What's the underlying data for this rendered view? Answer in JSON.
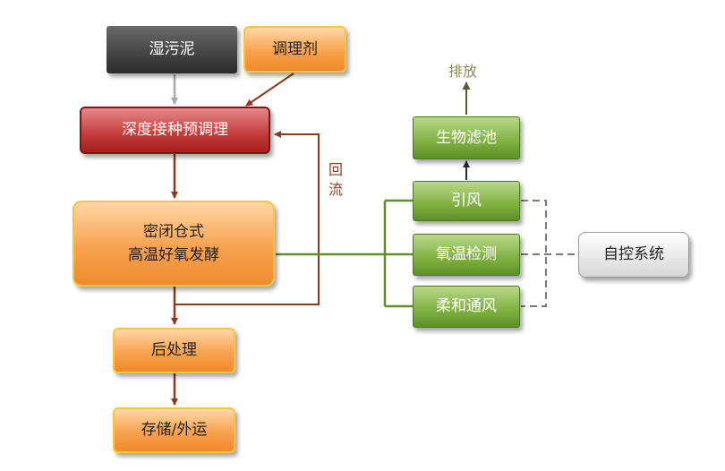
{
  "nodes": {
    "wet_sludge": "湿污泥",
    "conditioner": "调理剂",
    "pretreatment": "深度接种预调理",
    "composting_line1": "密闭仓式",
    "composting_line2": "高温好氧发酵",
    "post_treatment": "后处理",
    "storage": "存储/外运",
    "biofilter": "生物滤池",
    "induced_draft": "引风",
    "oxygen_temp_monitor": "氧温检测",
    "gentle_aeration": "柔和通风",
    "control_system": "自控系统"
  },
  "labels": {
    "discharge": "排放",
    "reflux_char1": "回",
    "reflux_char2": "流"
  },
  "colors": {
    "arrow_brown": "#8b3a1e",
    "arrow_gray": "#a8a8a8",
    "green_line": "#5f8f2a",
    "olive_text": "#8a8a5a"
  }
}
